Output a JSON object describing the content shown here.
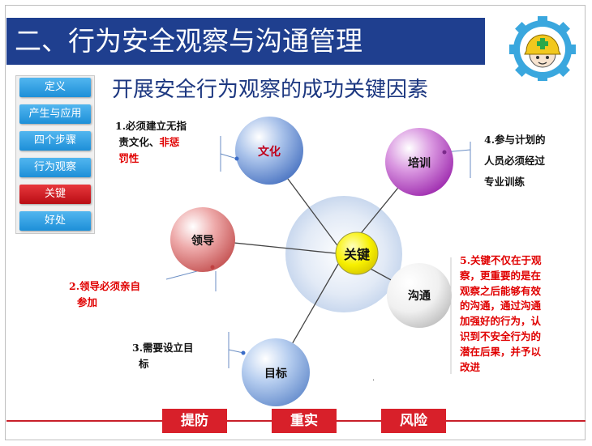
{
  "header": {
    "title": "二、行为安全观察与沟通管理",
    "subtitle": "开展安全行为观察的成功关键因素"
  },
  "nav": {
    "items": [
      {
        "label": "定义",
        "active": false
      },
      {
        "label": "产生与应用",
        "active": false
      },
      {
        "label": "四个步骤",
        "active": false
      },
      {
        "label": "行为观察",
        "active": false
      },
      {
        "label": "关键",
        "active": true
      },
      {
        "label": "好处",
        "active": false
      }
    ]
  },
  "diagram": {
    "center": "关键",
    "nodes": {
      "culture": "文化",
      "training": "培训",
      "leadership": "领导",
      "communication": "沟通",
      "goal": "目标"
    }
  },
  "annotations": {
    "a1": {
      "l1": "1.必须建立无指",
      "l2a": "责文化、",
      "l2b": "非惩",
      "l3": "罚性"
    },
    "a2": {
      "l1": "2.领导必须亲自",
      "l2": "参加"
    },
    "a3": {
      "l1": "3.需要设立目",
      "l2": "标"
    },
    "a4": {
      "l1": "4.参与计划的",
      "l2": "人员必须经过",
      "l3": "专业训练"
    },
    "a5": {
      "lines": [
        "5.关键不仅在于观",
        "察，更重要的是在",
        "观察之后能够有效",
        "的沟通，通过沟通",
        "加强好的行为，认",
        "识到不安全行为的",
        "潜在后果，并予以",
        "改进"
      ]
    }
  },
  "footer": {
    "buttons": [
      "提防",
      "重实",
      "风险"
    ]
  },
  "colors": {
    "title_bg": "#1f3f8f",
    "accent_red": "#d8202a",
    "nav_blue": "#1d8fd8"
  }
}
